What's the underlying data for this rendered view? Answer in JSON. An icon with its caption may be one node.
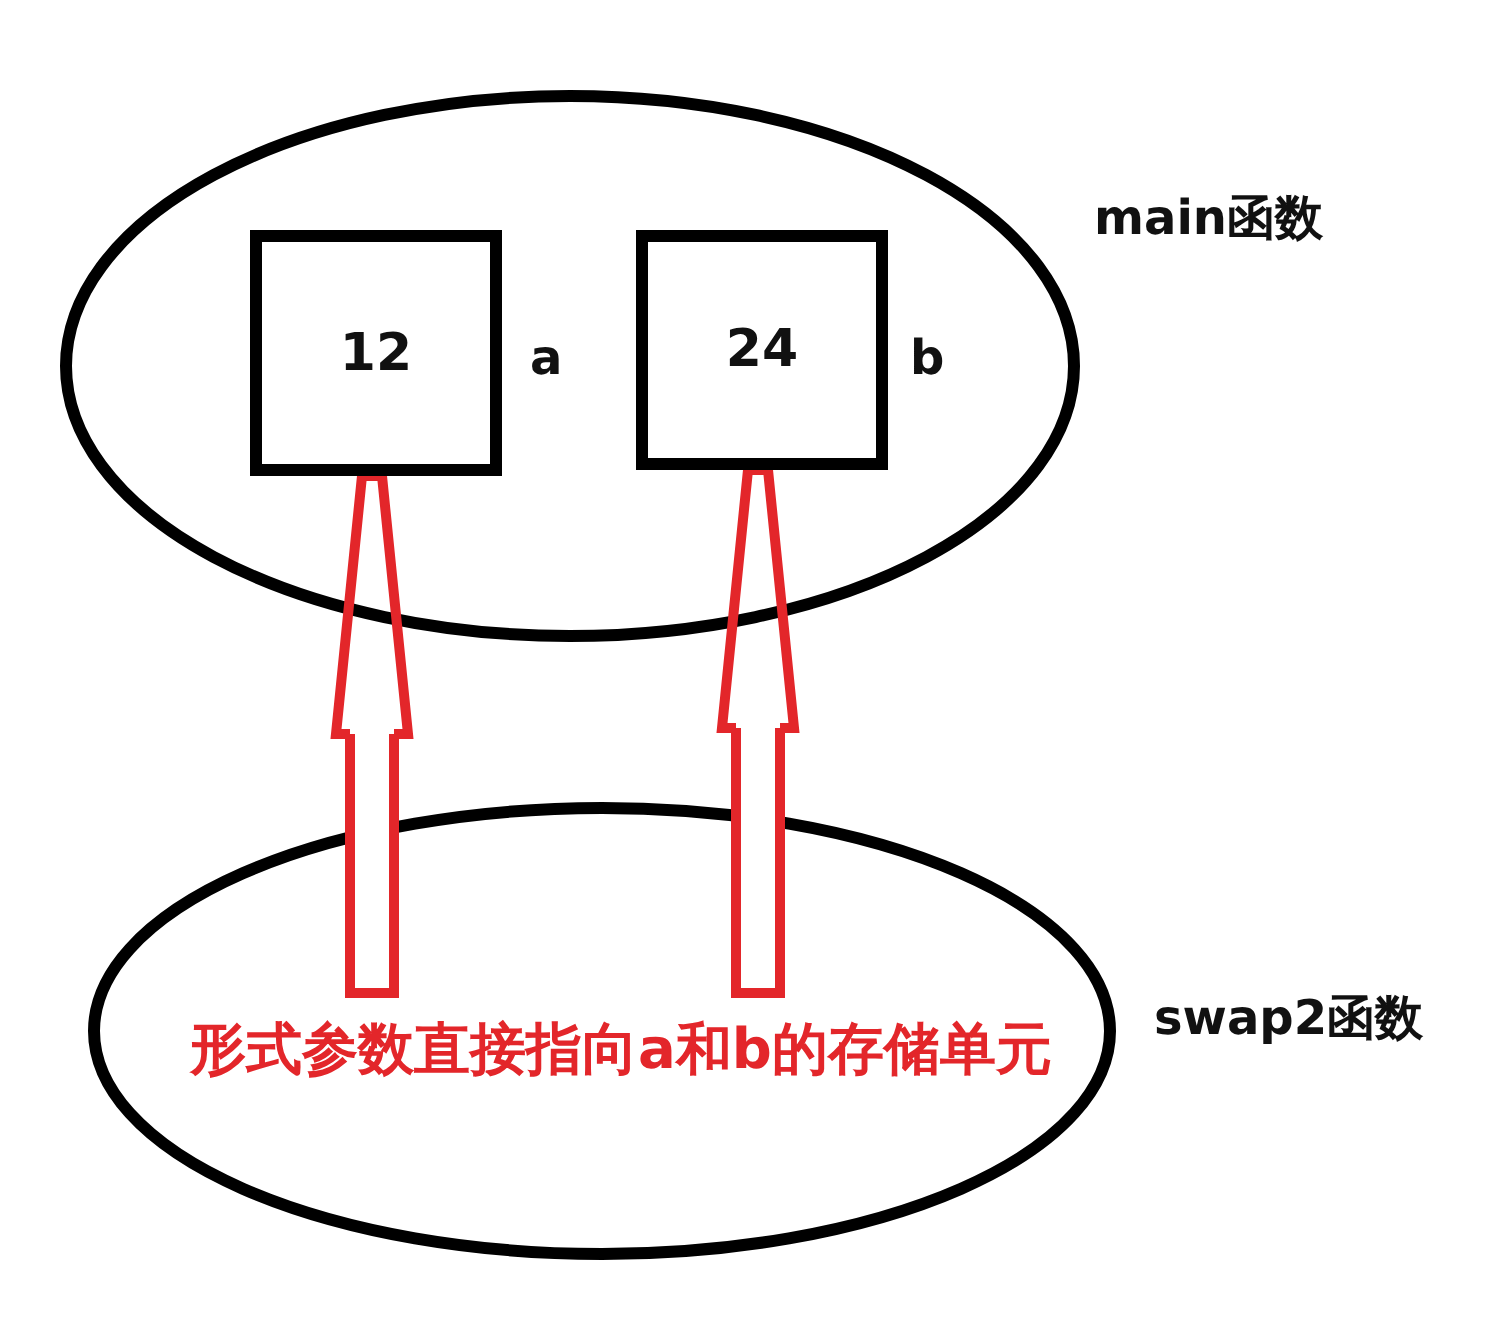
{
  "diagram": {
    "nodes": [
      {
        "text": [
          "main函数"
        ]
      },
      {
        "text": [
          "12"
        ],
        "in": 0,
        "beside": [
          "a"
        ]
      },
      {
        "text": [
          "24"
        ],
        "in": 0,
        "beside": [
          "b"
        ]
      },
      {
        "text": [
          "形式参数直接指向a和b的存储单元",
          "swap2函数"
        ]
      }
    ],
    "edges": [
      {
        "from": 3,
        "to": 1,
        "arrow": "to",
        "color": "#e3262a"
      },
      {
        "from": 3,
        "to": 2,
        "arrow": "to",
        "color": "#e3262a"
      }
    ]
  }
}
